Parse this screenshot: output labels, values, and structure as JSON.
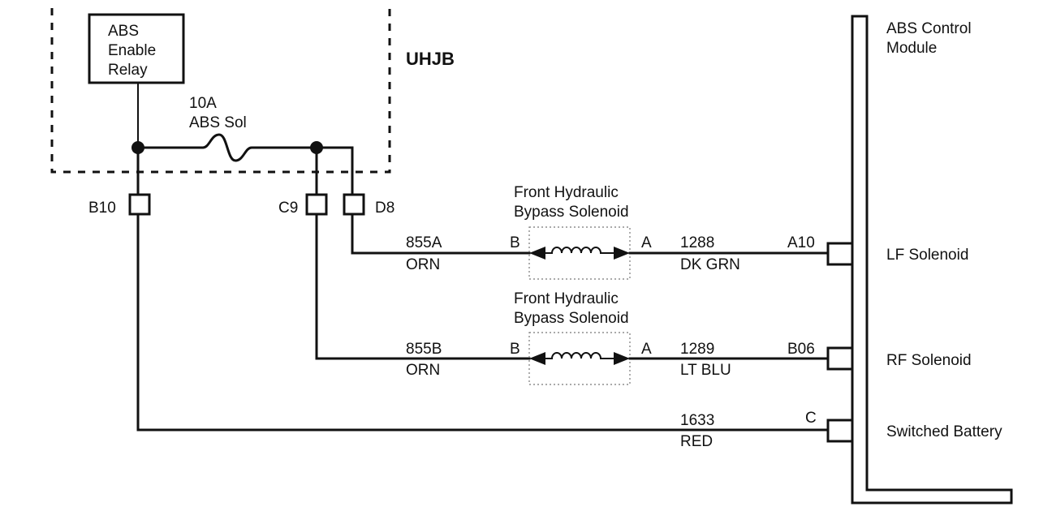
{
  "junction_block": {
    "label": "UHJB"
  },
  "relay": {
    "line1": "ABS",
    "line2": "Enable",
    "line3": "Relay"
  },
  "fuse": {
    "rating": "10A",
    "name": "ABS Sol"
  },
  "module": {
    "line1": "ABS Control",
    "line2": "Module"
  },
  "connectors": {
    "b10": "B10",
    "c9": "C9",
    "d8": "D8",
    "a10": "A10",
    "b06": "B06",
    "c": "C"
  },
  "solenoids": [
    {
      "title1": "Front Hydraulic",
      "title2": "Bypass Solenoid",
      "pin_b": "B",
      "pin_a": "A"
    },
    {
      "title1": "Front Hydraulic",
      "title2": "Bypass Solenoid",
      "pin_b": "B",
      "pin_a": "A"
    }
  ],
  "wires": {
    "w855a": {
      "circuit": "855A",
      "color": "ORN"
    },
    "w855b": {
      "circuit": "855B",
      "color": "ORN"
    },
    "w1288": {
      "circuit": "1288",
      "color": "DK GRN"
    },
    "w1289": {
      "circuit": "1289",
      "color": "LT  BLU"
    },
    "w1633": {
      "circuit": "1633",
      "color": "RED"
    }
  },
  "module_pins": {
    "lf": "LF Solenoid",
    "rf": "RF Solenoid",
    "batt": "Switched Battery"
  }
}
